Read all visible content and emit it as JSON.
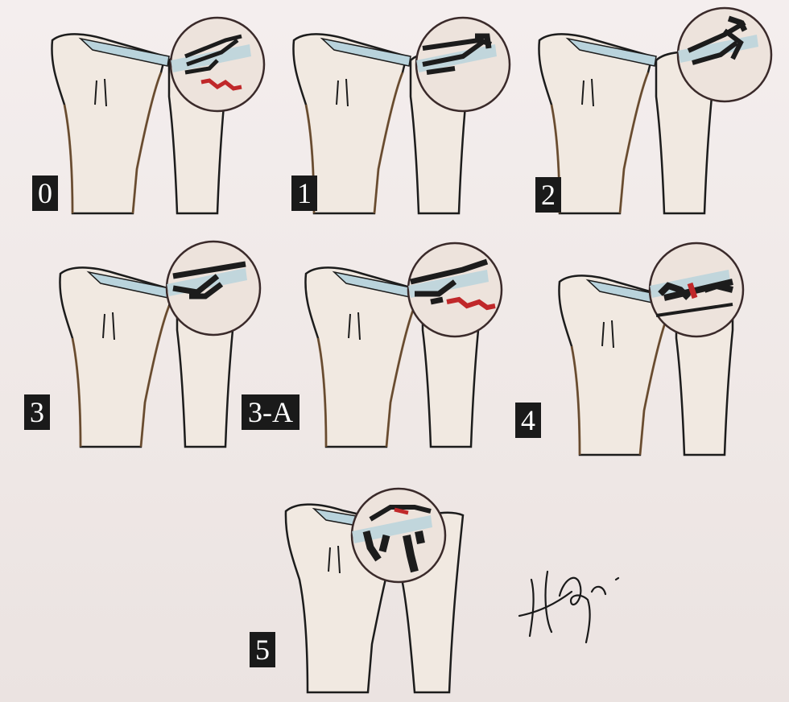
{
  "stages": [
    {
      "label": "0"
    },
    {
      "label": "1"
    },
    {
      "label": "2"
    },
    {
      "label": "3"
    },
    {
      "label": "3-A"
    },
    {
      "label": "4"
    },
    {
      "label": "5"
    }
  ],
  "colors": {
    "paper": "#f3ecec",
    "bone_fill": "#f1e9e1",
    "outline": "#1c1c1c",
    "cortex_shadow": "#9a6a3e",
    "cartilage": "#b9d3dc",
    "tear_red": "#c0282a",
    "lens_ring": "#3a2a2a",
    "badge_bg": "#1a1a1a",
    "badge_text": "#ffffff"
  }
}
